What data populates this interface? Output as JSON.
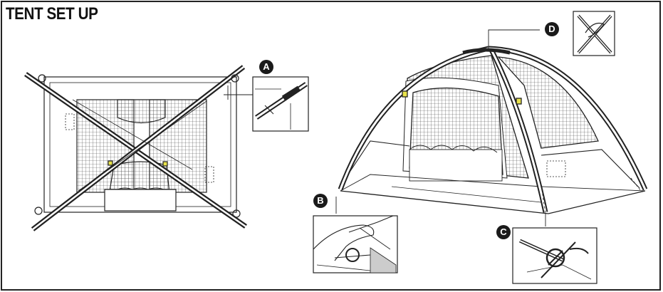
{
  "title": "TENT SET UP",
  "callouts": {
    "a": "A",
    "b": "B",
    "c": "C",
    "d": "D"
  },
  "colors": {
    "ink": "#222222",
    "pole_clip": "#e8e24a",
    "callout_badge": "#1a1a1a"
  },
  "illustrations": [
    "top-view-crossed-poles",
    "detail-pole-sleeve",
    "assembled-dome-tent",
    "detail-hand-pole-ring",
    "detail-stake-ring",
    "detail-top-pole-tie"
  ]
}
